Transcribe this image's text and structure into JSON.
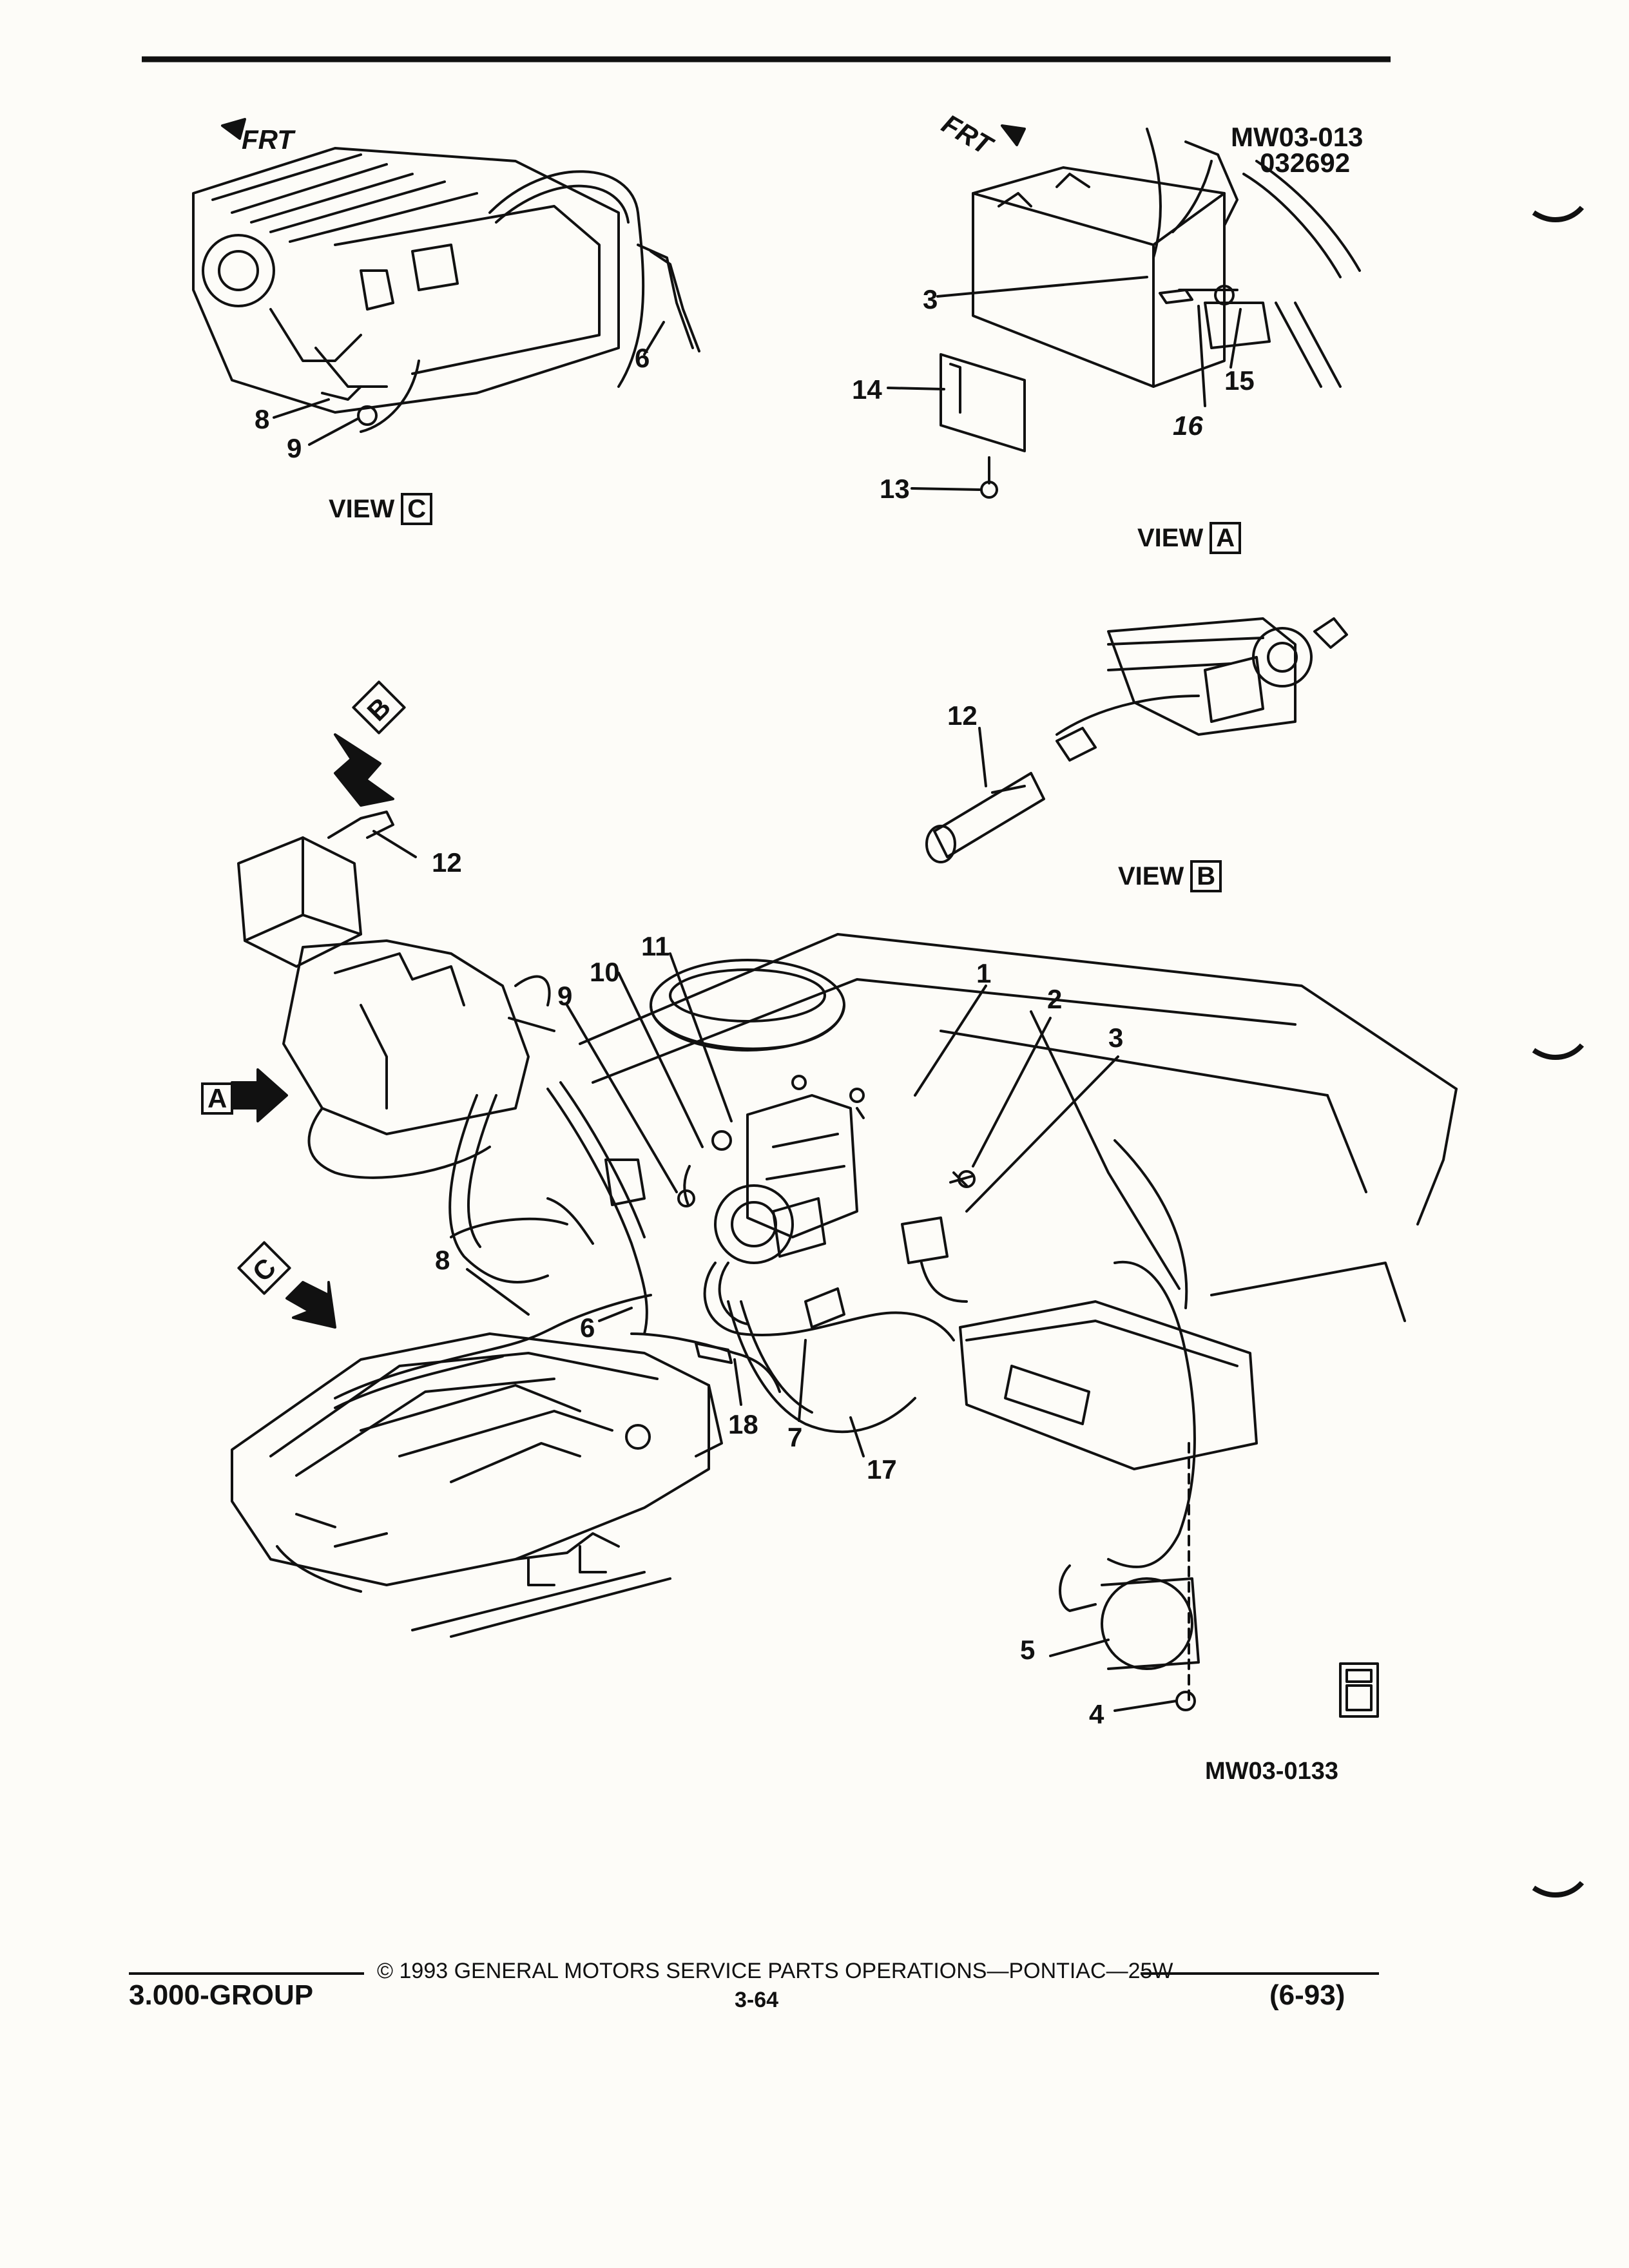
{
  "views": {
    "c": {
      "prefix": "VIEW",
      "letter": "C",
      "front": "FRT",
      "callouts": {
        "c6": "6",
        "c8": "8",
        "c9": "9"
      }
    },
    "a": {
      "prefix": "VIEW",
      "letter": "A",
      "front": "FRT",
      "ref_1": "MW03-013",
      "ref_2": "032692",
      "callouts": {
        "c3": "3",
        "c13": "13",
        "c14": "14",
        "c15": "15",
        "c16": "16"
      }
    },
    "b": {
      "prefix": "VIEW",
      "letter": "B",
      "callouts": {
        "c12": "12"
      }
    }
  },
  "main": {
    "arrow_a": "A",
    "arrow_b": "B",
    "arrow_c": "C",
    "callouts": {
      "c1": "1",
      "c2": "2",
      "c3": "3",
      "c4": "4",
      "c5": "5",
      "c6": "6",
      "c7": "7",
      "c8": "8",
      "c9": "9",
      "c10": "10",
      "c11": "11",
      "c12": "12",
      "c17": "17",
      "c18": "18"
    },
    "figure_ref": "MW03-0133"
  },
  "footer": {
    "group": "3.000-GROUP",
    "copyright": "© 1993 GENERAL MOTORS SERVICE PARTS OPERATIONS—PONTIAC—25W",
    "page": "3-64",
    "date": "(6-93)"
  }
}
